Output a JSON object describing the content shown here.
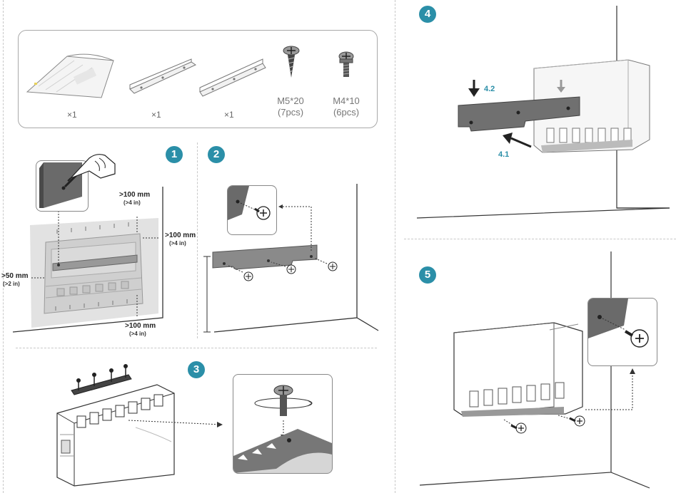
{
  "parts": {
    "manual_qty": "×1",
    "bracket_a_qty": "×1",
    "bracket_b_qty": "×1",
    "screw_m5_label": "M5*20",
    "screw_m5_count": "(7pcs)",
    "screw_m4_label": "M4*10",
    "screw_m4_count": "(6pcs)"
  },
  "steps": {
    "step1": "1",
    "step2": "2",
    "step3": "3",
    "step4": "4",
    "step5": "5"
  },
  "clearance": {
    "top_mm": ">100 mm",
    "top_in": "(>4 in)",
    "right_mm": ">100 mm",
    "right_in": "(>4 in)",
    "left_mm": ">50 mm",
    "left_in": "(>2 in)",
    "bottom_mm": ">100 mm",
    "bottom_in": "(>4 in)"
  },
  "step4_labels": {
    "down": "4.2",
    "push": "4.1"
  },
  "colors": {
    "accent": "#2b8fa8",
    "divider": "#c8c8c8",
    "metal": "#6d6d6d",
    "device_outline": "#555555"
  }
}
